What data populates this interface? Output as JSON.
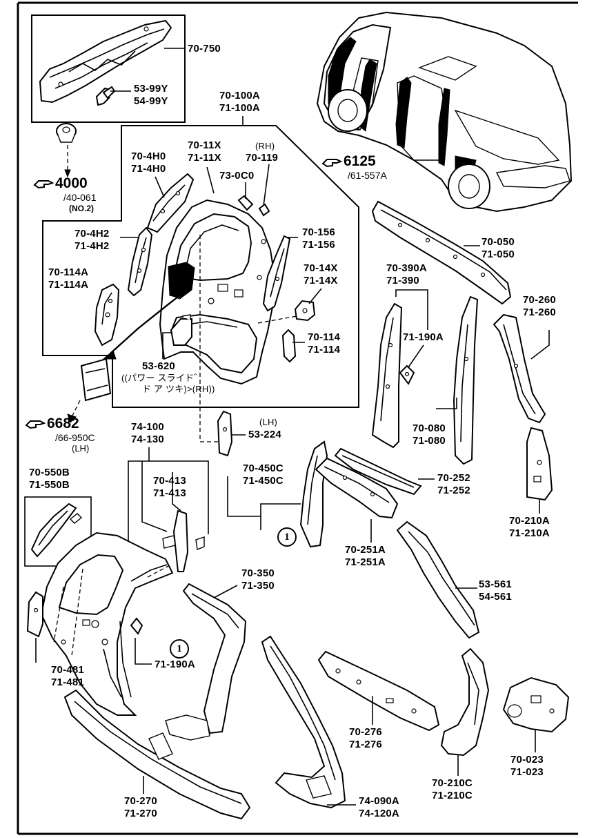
{
  "labels": {
    "l_70_750": "70-750",
    "l_53_99y": "53-99Y",
    "l_54_99y": "54-99Y",
    "l_70_100a": "70-100A",
    "l_71_100a": "71-100A",
    "l_70_4h0": "70-4H0",
    "l_71_4h0": "71-4H0",
    "l_70_11x": "70-11X",
    "l_71_11x": "71-11X",
    "l_rh": "(RH)",
    "l_70_119": "70-119",
    "l_73_0c0": "73-0C0",
    "l_70_4h2": "70-4H2",
    "l_71_4h2": "71-4H2",
    "l_70_156": "70-156",
    "l_71_156": "71-156",
    "l_70_114a": "70-114A",
    "l_71_114a": "71-114A",
    "l_70_14x": "70-14X",
    "l_71_14x": "71-14X",
    "l_70_114": "70-114",
    "l_71_114": "71-114",
    "l_53_620": "53-620",
    "l_note1": "((パワー スライド゛",
    "l_note2": "ド ア ツキ)>(RH))",
    "l_70_050": "70-050",
    "l_71_050": "71-050",
    "l_70_390a": "70-390A",
    "l_71_390": "71-390",
    "l_70_260": "70-260",
    "l_71_260": "71-260",
    "l_71_190a_top": "71-190A",
    "l_70_080": "70-080",
    "l_71_080": "71-080",
    "l_lh": "(LH)",
    "l_53_224": "53-224",
    "l_74_100": "74-100",
    "l_74_130": "74-130",
    "l_70_450c": "70-450C",
    "l_71_450c": "71-450C",
    "l_70_252": "70-252",
    "l_71_252": "71-252",
    "l_70_550b": "70-550B",
    "l_71_550b": "71-550B",
    "l_70_413": "70-413",
    "l_71_413": "71-413",
    "l_70_210a": "70-210A",
    "l_71_210a": "71-210A",
    "l_70_251a": "70-251A",
    "l_71_251a": "71-251A",
    "l_70_350": "70-350",
    "l_71_350": "71-350",
    "l_53_561": "53-561",
    "l_54_561": "54-561",
    "l_71_190a_bot": "71-190A",
    "l_70_481": "70-481",
    "l_71_481": "71-481",
    "l_70_276": "70-276",
    "l_71_276": "71-276",
    "l_70_023": "70-023",
    "l_71_023": "71-023",
    "l_70_210c": "70-210C",
    "l_71_210c": "71-210C",
    "l_70_270": "70-270",
    "l_71_270": "71-270",
    "l_74_090a": "74-090A",
    "l_74_120a": "74-120A"
  },
  "refs": {
    "r4000": {
      "num": "4000",
      "sub": "/40-061",
      "sub2": "(NO.2)"
    },
    "r6125": {
      "num": "6125",
      "sub": "/61-557A"
    },
    "r6682": {
      "num": "6682",
      "sub": "/66-950C",
      "sub2": "(LH)"
    }
  },
  "callouts": {
    "c1_top": "1",
    "c1_bottom": "1"
  }
}
